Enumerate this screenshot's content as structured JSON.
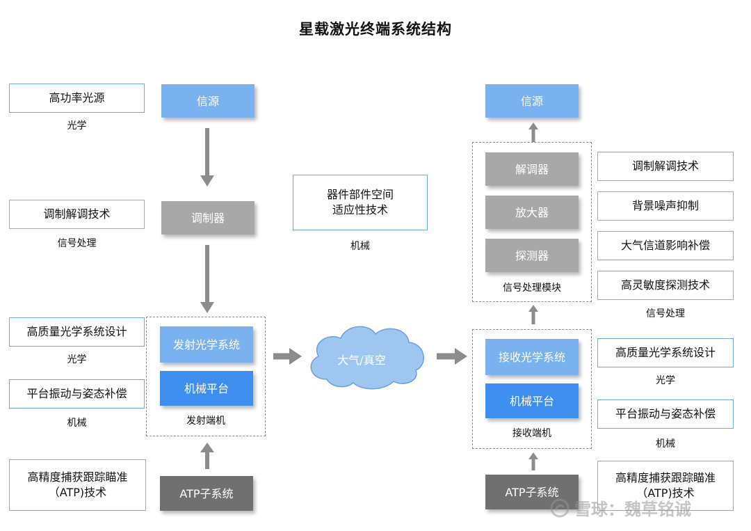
{
  "title": "星载激光终端系统结构",
  "left_column": [
    {
      "label": "高功率光源",
      "caption": "光学"
    },
    {
      "label": "调制解调技术",
      "caption": "信号处理"
    },
    {
      "label": "高质量光学系统设计",
      "caption": "光学"
    },
    {
      "label": "平台振动与姿态补偿",
      "caption": "机械"
    },
    {
      "label": "高精度捕获跟踪瞄准\n（ATP)技术",
      "caption": ""
    }
  ],
  "transmitter": {
    "source": "信源",
    "modulator": "调制器",
    "optics": "发射光学系统",
    "platform": "机械平台",
    "group_label": "发射端机",
    "atp": "ATP子系统"
  },
  "center": {
    "tech_box": "器件部件空间\n适应性技术",
    "tech_caption": "机械",
    "cloud": "大气/真空"
  },
  "receiver": {
    "source": "信源",
    "demodulator": "解调器",
    "amplifier": "放大器",
    "detector": "探测器",
    "module_label": "信号处理模块",
    "optics": "接收光学系统",
    "platform": "机械平台",
    "group_label": "接收端机",
    "atp": "ATP子系统"
  },
  "right_column": {
    "signal_items": [
      "调制解调技术",
      "背景噪声抑制",
      "大气信道影响补偿",
      "高灵敏度探测技术"
    ],
    "signal_caption": "信号处理",
    "optics": {
      "label": "高质量光学系统设计",
      "caption": "光学"
    },
    "platform": {
      "label": "平台振动与姿态补偿",
      "caption": "机械"
    },
    "atp": "高精度捕获跟踪瞄准\n（ATP)技术"
  },
  "watermark": "雪球：魏草铭诚"
}
